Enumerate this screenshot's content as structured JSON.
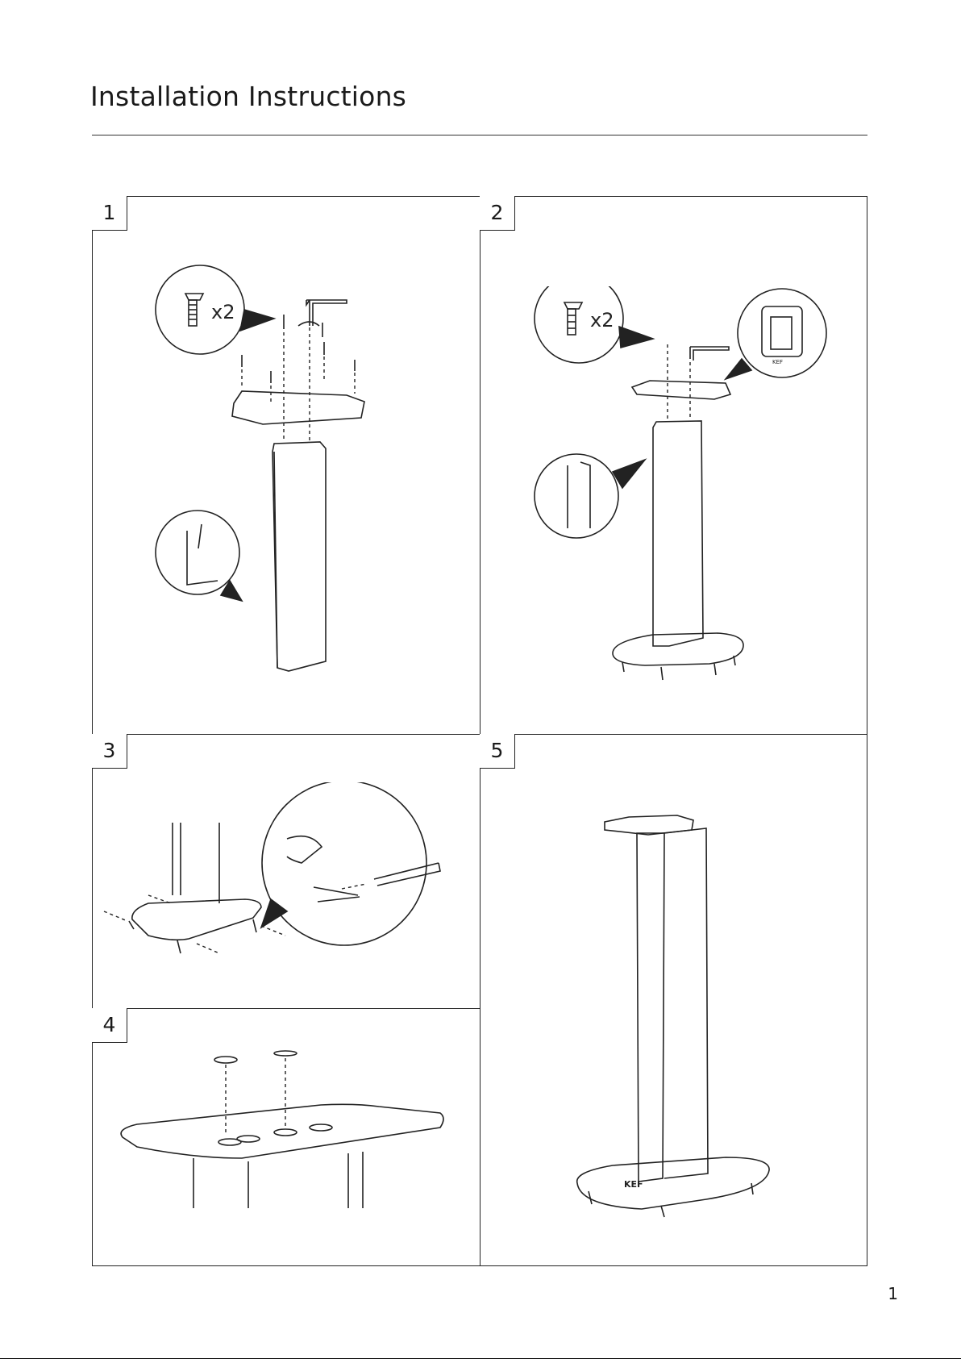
{
  "header": {
    "title": "Installation Instructions"
  },
  "steps": [
    {
      "number": "1",
      "qty_label": "x2"
    },
    {
      "number": "2",
      "qty_label": "x2"
    },
    {
      "number": "3"
    },
    {
      "number": "4"
    },
    {
      "number": "5"
    }
  ],
  "logo_text": "KEF",
  "page_number": "1"
}
